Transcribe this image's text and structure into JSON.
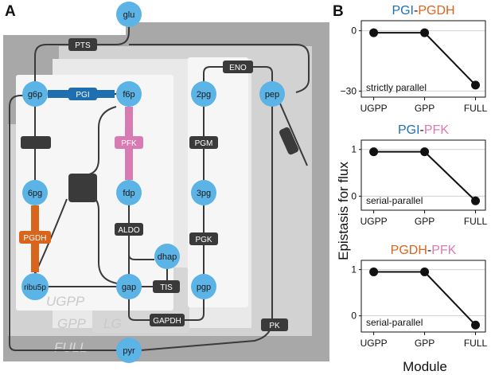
{
  "panel_a": {
    "letter": "A",
    "modules": {
      "ugpp": "UGPP",
      "gpp": "GPP",
      "lg": "LG",
      "full": "FULL"
    },
    "metabolites": {
      "glu": "glu",
      "g6p": "g6p",
      "f6p": "f6p",
      "pg6": "6pg",
      "fdp": "fdp",
      "ribu5p": "ribu5p",
      "gap": "gap",
      "dhap": "dhap",
      "pg2": "2pg",
      "pg3": "3pg",
      "pgp": "pgp",
      "pep": "pep",
      "pyr": "pyr"
    },
    "enzymes": {
      "pts": "PTS",
      "pgi": "PGI",
      "pfk": "PFK",
      "pgdh": "PGDH",
      "aldo": "ALDO",
      "tis": "TIS",
      "gapdh": "GAPDH",
      "pgk": "PGK",
      "pgm": "PGM",
      "eno": "ENO",
      "pk": "PK"
    },
    "colors": {
      "metabolite": "#5bb3e6",
      "pgi": "#1f6fb0",
      "pfk": "#d97bb3",
      "pgdh": "#d9641b",
      "enzyme": "#3a3a3a"
    }
  },
  "panel_b": {
    "letter": "B",
    "ylabel": "Epistasis for flux",
    "xlabel": "Module",
    "colors": {
      "PGI": "#1f6fb0",
      "PGDH": "#d9641b",
      "PFK": "#d97bb3"
    },
    "charts": [
      {
        "title_left": "PGI",
        "title_sep": "-",
        "title_right": "PGDH",
        "annotation": "strictly parallel"
      },
      {
        "title_left": "PGI",
        "title_sep": "-",
        "title_right": "PFK",
        "annotation": "serial-parallel"
      },
      {
        "title_left": "PGDH",
        "title_sep": "-",
        "title_right": "PFK",
        "annotation": "serial-parallel"
      }
    ]
  },
  "chart_data": [
    {
      "type": "line",
      "categories": [
        "UGPP",
        "GPP",
        "FULL"
      ],
      "values": [
        -1,
        -1,
        -27
      ],
      "yticks": [
        0,
        -30
      ],
      "ylim": [
        -33,
        5
      ],
      "xlabel": "Module",
      "ylabel": "Epistasis for flux"
    },
    {
      "type": "line",
      "categories": [
        "UGPP",
        "GPP",
        "FULL"
      ],
      "values": [
        0.95,
        0.95,
        -0.1
      ],
      "yticks": [
        1,
        0
      ],
      "ylim": [
        -0.3,
        1.2
      ],
      "xlabel": "Module",
      "ylabel": "Epistasis for flux"
    },
    {
      "type": "line",
      "categories": [
        "UGPP",
        "GPP",
        "FULL"
      ],
      "values": [
        0.95,
        0.95,
        -0.2
      ],
      "yticks": [
        1,
        0
      ],
      "ylim": [
        -0.35,
        1.2
      ],
      "xlabel": "Module",
      "ylabel": "Epistasis for flux"
    }
  ]
}
